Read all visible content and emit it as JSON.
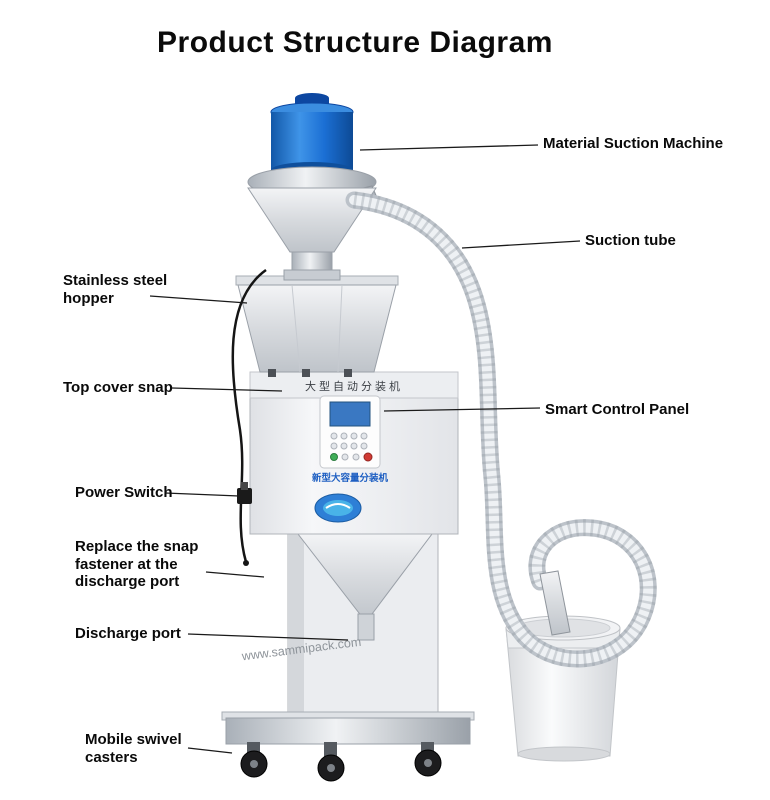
{
  "title": "Product Structure Diagram",
  "callouts": {
    "material_suction_machine": {
      "label": "Material Suction Machine"
    },
    "suction_tube": {
      "label": "Suction tube"
    },
    "stainless_steel_hopper": {
      "label": "Stainless steel\nhopper"
    },
    "top_cover_snap": {
      "label": "Top cover snap"
    },
    "smart_control_panel": {
      "label": "Smart Control Panel"
    },
    "power_switch": {
      "label": "Power Switch"
    },
    "replace_snap_fastener": {
      "label": "Replace the snap\nfastener at the\ndischarge port"
    },
    "discharge_port": {
      "label": "Discharge port"
    },
    "mobile_swivel_casters": {
      "label": "Mobile swivel\ncasters"
    }
  },
  "machine": {
    "watermark": "www.sammipack.com",
    "front_header_text": "大型自动分装机",
    "panel_text": "新型大容量分装机"
  },
  "colors": {
    "loader_blue": "#1a6fd4",
    "screen_blue": "#3a78c2",
    "panel_text_blue": "#1e5fc2",
    "label_text": "#0a0a0a",
    "machine_silver": "#e9ebee"
  }
}
